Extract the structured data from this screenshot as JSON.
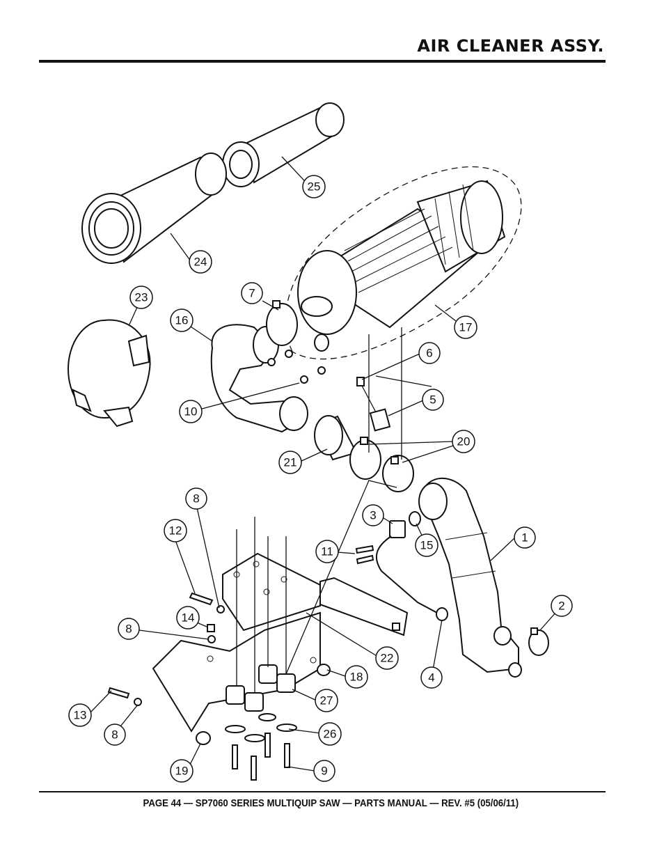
{
  "header": {
    "title": "AIR CLEANER ASSY."
  },
  "footer": {
    "text": "PAGE 44 — SP7060 SERIES MULTIQUIP SAW — PARTS MANUAL — REV. #5 (05/06/11)"
  },
  "callouts": [
    {
      "id": "c1",
      "label": "1"
    },
    {
      "id": "c2",
      "label": "2"
    },
    {
      "id": "c3",
      "label": "3"
    },
    {
      "id": "c4",
      "label": "4"
    },
    {
      "id": "c5",
      "label": "5"
    },
    {
      "id": "c6",
      "label": "6"
    },
    {
      "id": "c7",
      "label": "7"
    },
    {
      "id": "c8a",
      "label": "8"
    },
    {
      "id": "c8b",
      "label": "8"
    },
    {
      "id": "c8c",
      "label": "8"
    },
    {
      "id": "c9",
      "label": "9"
    },
    {
      "id": "c10",
      "label": "10"
    },
    {
      "id": "c11",
      "label": "11"
    },
    {
      "id": "c12",
      "label": "12"
    },
    {
      "id": "c13",
      "label": "13"
    },
    {
      "id": "c14",
      "label": "14"
    },
    {
      "id": "c15",
      "label": "15"
    },
    {
      "id": "c16",
      "label": "16"
    },
    {
      "id": "c17",
      "label": "17"
    },
    {
      "id": "c18",
      "label": "18"
    },
    {
      "id": "c19",
      "label": "19"
    },
    {
      "id": "c20",
      "label": "20"
    },
    {
      "id": "c21",
      "label": "21"
    },
    {
      "id": "c22",
      "label": "22"
    },
    {
      "id": "c23",
      "label": "23"
    },
    {
      "id": "c24",
      "label": "24"
    },
    {
      "id": "c25",
      "label": "25"
    },
    {
      "id": "c26",
      "label": "26"
    },
    {
      "id": "c27",
      "label": "27"
    }
  ]
}
